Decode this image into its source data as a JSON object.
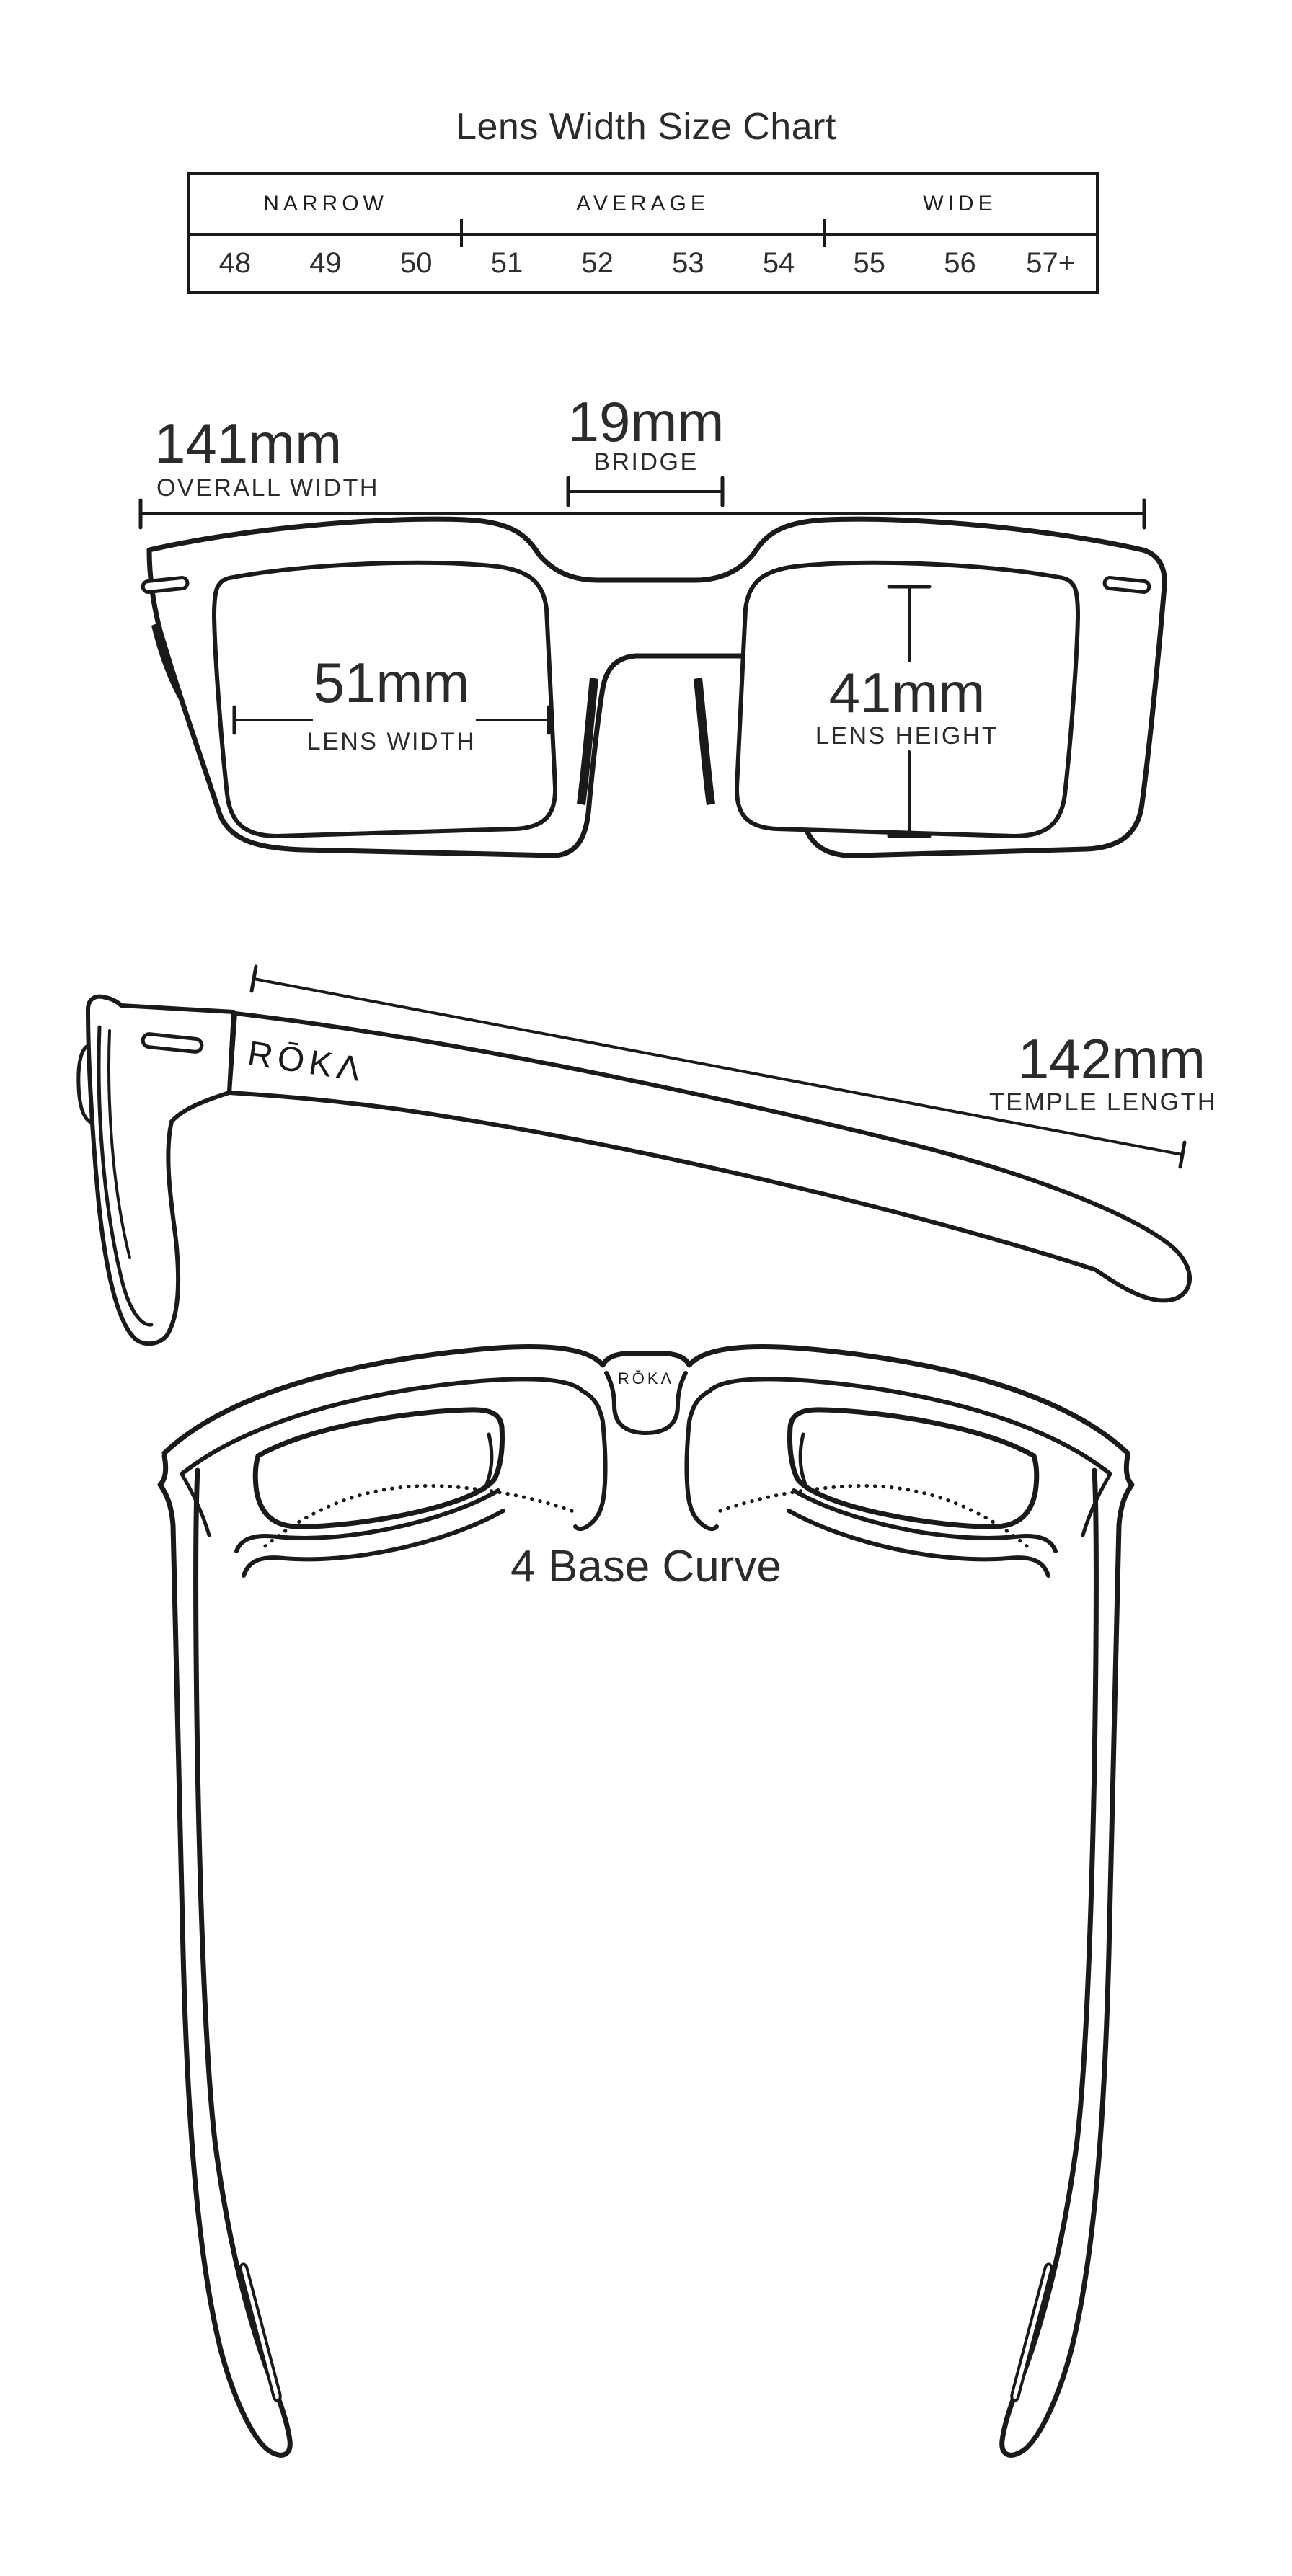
{
  "title": "Lens Width Size Chart",
  "size_table": {
    "groups": [
      {
        "label": "NARROW"
      },
      {
        "label": "AVERAGE"
      },
      {
        "label": "WIDE"
      }
    ],
    "sizes": [
      "48",
      "49",
      "50",
      "51",
      "52",
      "53",
      "54",
      "55",
      "56",
      "57+"
    ]
  },
  "front_view": {
    "overall_width": {
      "value": "141mm",
      "label": "OVERALL WIDTH"
    },
    "bridge": {
      "value": "19mm",
      "label": "BRIDGE"
    },
    "lens_width": {
      "value": "51mm",
      "label": "LENS WIDTH"
    },
    "lens_height": {
      "value": "41mm",
      "label": "LENS HEIGHT"
    }
  },
  "side_view": {
    "temple_length": {
      "value": "142mm",
      "label": "TEMPLE LENGTH"
    },
    "brand_logo": "RŌKΛ"
  },
  "top_view": {
    "base_curve_label": "4 Base Curve",
    "brand_logo": "RŌKΛ"
  },
  "colors": {
    "line": "#1a1a1a",
    "text": "#2e2e2e",
    "background": "#ffffff"
  }
}
